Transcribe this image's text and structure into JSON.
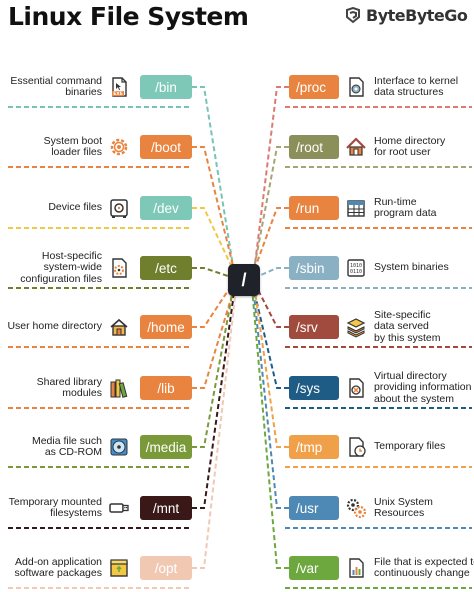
{
  "title": "Linux File System",
  "brand": "ByteByteGo",
  "root": "/",
  "left": [
    {
      "dir": "/bin",
      "desc": [
        "Essential command",
        "binaries"
      ],
      "color": "#7ec8b8",
      "line": "#78c4b4",
      "icon": "exe-file-icon"
    },
    {
      "dir": "/boot",
      "desc": [
        "System boot",
        "loader files"
      ],
      "color": "#e8843f",
      "line": "#e8843f",
      "icon": "gear-icon"
    },
    {
      "dir": "/dev",
      "desc": [
        "Device files"
      ],
      "color": "#7ec8b8",
      "line": "#f2c744",
      "icon": "safe-icon"
    },
    {
      "dir": "/etc",
      "desc": [
        "Host-specific",
        "system-wide",
        "configuration files"
      ],
      "color": "#6f7f2e",
      "line": "#6f7f2e",
      "icon": "settings-file-icon"
    },
    {
      "dir": "/home",
      "desc": [
        "User home directory"
      ],
      "color": "#e8843f",
      "line": "#e8843f",
      "icon": "house-icon"
    },
    {
      "dir": "/lib",
      "desc": [
        "Shared library",
        "modules"
      ],
      "color": "#e8843f",
      "line": "#e8843f",
      "icon": "books-icon"
    },
    {
      "dir": "/media",
      "desc": [
        "Media file such",
        "as CD-ROM"
      ],
      "color": "#7a9a3a",
      "line": "#7a9a3a",
      "icon": "cd-rom-icon"
    },
    {
      "dir": "/mnt",
      "desc": [
        "Temporary mounted",
        "filesystems"
      ],
      "color": "#3a1818",
      "line": "#3a1818",
      "icon": "usb-drive-icon"
    },
    {
      "dir": "/opt",
      "desc": [
        "Add-on application",
        "software packages"
      ],
      "color": "#f1c9b3",
      "line": "#f1c9b3",
      "icon": "package-icon"
    }
  ],
  "right": [
    {
      "dir": "/proc",
      "desc": [
        "Interface to kernel",
        "data structures"
      ],
      "color": "#e8843f",
      "line": "#e07872",
      "icon": "data-file-icon"
    },
    {
      "dir": "/root",
      "desc": [
        "Home directory",
        "for root user"
      ],
      "color": "#8b8f5a",
      "line": "#a4a474",
      "icon": "root-house-icon"
    },
    {
      "dir": "/run",
      "desc": [
        "Run-time",
        "program data"
      ],
      "color": "#e8843f",
      "line": "#e8843f",
      "icon": "table-icon"
    },
    {
      "dir": "/sbin",
      "desc": [
        "System binaries"
      ],
      "color": "#8ab0c4",
      "line": "#8ab0c4",
      "icon": "binary-icon"
    },
    {
      "dir": "/srv",
      "desc": [
        "Site-specific",
        "data served",
        "by this system"
      ],
      "color": "#a14a3e",
      "line": "#a14a3e",
      "icon": "layers-icon"
    },
    {
      "dir": "/sys",
      "desc": [
        "Virtual directory",
        "providing information",
        "about the system"
      ],
      "color": "#1e5c86",
      "line": "#1e5c86",
      "icon": "virtual-file-icon"
    },
    {
      "dir": "/tmp",
      "desc": [
        "Temporary files"
      ],
      "color": "#f0a048",
      "line": "#f0a048",
      "icon": "temp-file-icon"
    },
    {
      "dir": "/usr",
      "desc": [
        "Unix System",
        "Resources"
      ],
      "color": "#4e88b4",
      "line": "#4e88b4",
      "icon": "gears-icon"
    },
    {
      "dir": "/var",
      "desc": [
        "File that is expected to",
        "continuously change"
      ],
      "color": "#6da83e",
      "line": "#6da83e",
      "icon": "chart-file-icon"
    }
  ]
}
